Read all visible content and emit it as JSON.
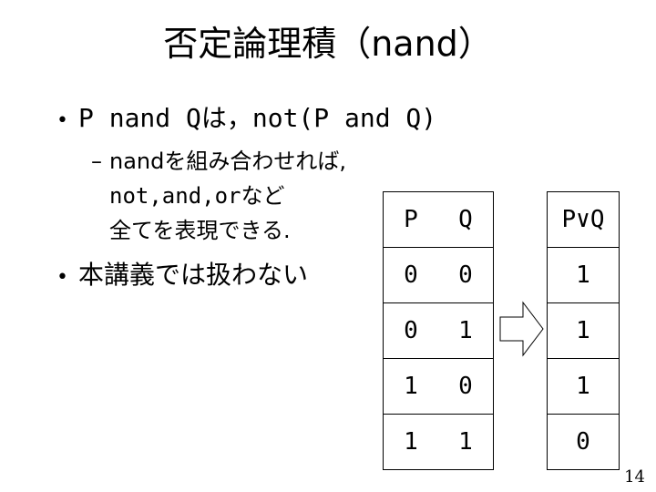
{
  "title": "否定論理積（nand）",
  "bullet1": "P nand Qは，not(P and Q)",
  "sub": {
    "line1": "nandを組み合わせれば,",
    "line2": "not,and,orなど",
    "line3": "全てを表現できる."
  },
  "bullet2": "本講義では扱わない",
  "table": {
    "headers": [
      "P",
      "Q"
    ],
    "rows": [
      [
        "0",
        "0"
      ],
      [
        "0",
        "1"
      ],
      [
        "1",
        "0"
      ],
      [
        "1",
        "1"
      ]
    ]
  },
  "result": {
    "header": "P∨Q",
    "values": [
      "1",
      "1",
      "1",
      "0"
    ]
  },
  "page_number": "14"
}
